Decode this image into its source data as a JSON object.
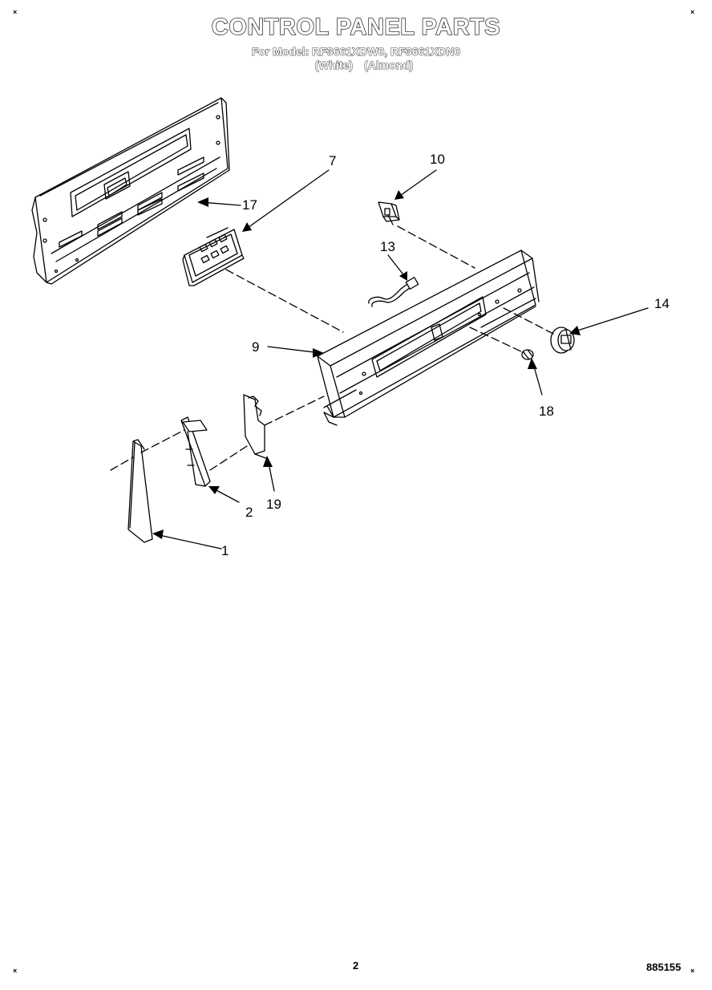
{
  "header": {
    "title": "CONTROL PANEL PARTS",
    "model_line": "For Model: RF3661XDW0, RF3661XDN0",
    "color_white": "(White)",
    "color_almond": "(Almond)"
  },
  "callouts": {
    "c1": "1",
    "c2": "2",
    "c7": "7",
    "c9": "9",
    "c10": "10",
    "c13": "13",
    "c14": "14",
    "c17": "17",
    "c18": "18",
    "c19": "19"
  },
  "footer": {
    "page_number": "2",
    "doc_number": "885155"
  },
  "corner_mark": "×"
}
